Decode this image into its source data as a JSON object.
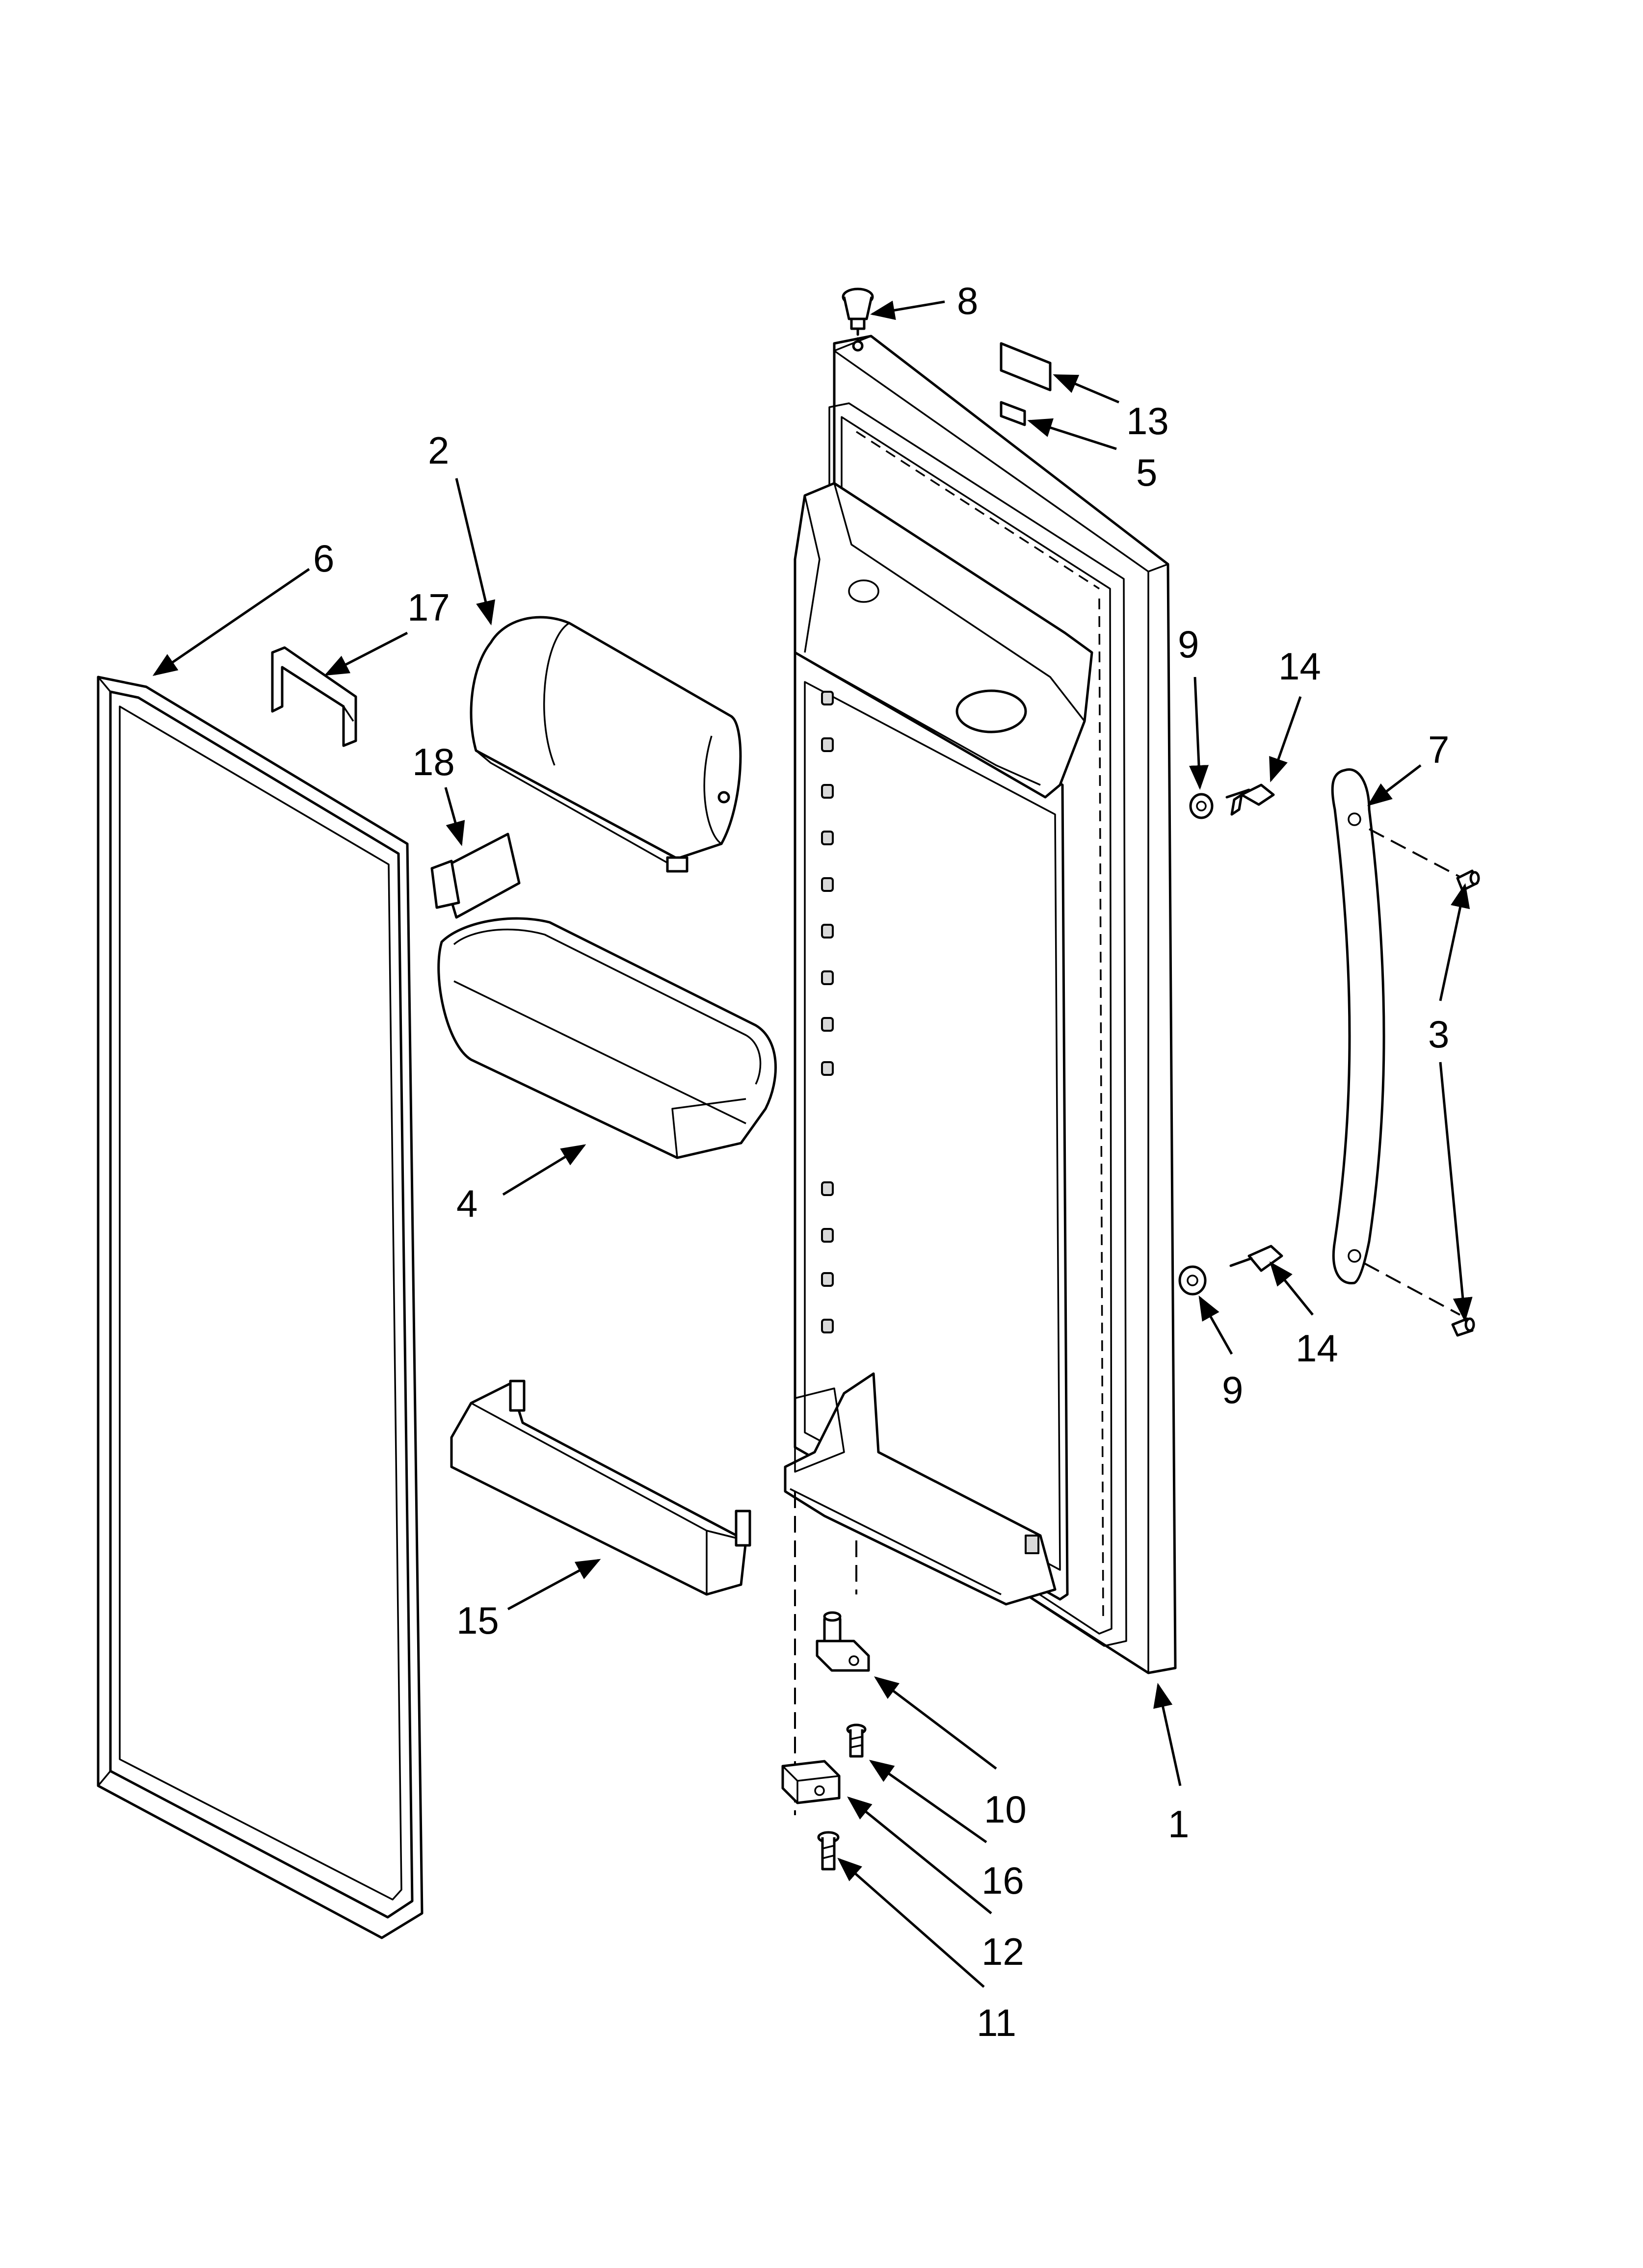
{
  "callouts": {
    "c1": "1",
    "c2": "2",
    "c3": "3",
    "c4": "4",
    "c5": "5",
    "c6": "6",
    "c7": "7",
    "c8": "8",
    "c9a": "9",
    "c9b": "9",
    "c10": "10",
    "c11": "11",
    "c12": "12",
    "c13": "13",
    "c14a": "14",
    "c14b": "14",
    "c15": "15",
    "c16": "16",
    "c17": "17",
    "c18": "18"
  }
}
